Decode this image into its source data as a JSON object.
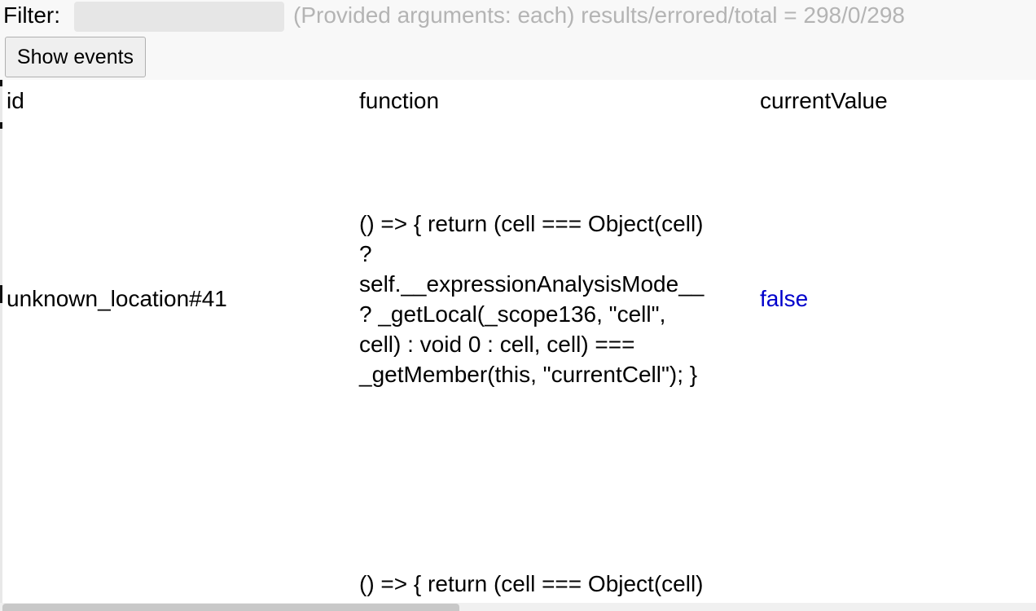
{
  "toolbar": {
    "filter_label": "Filter:",
    "filter_value": "",
    "filter_placeholder": "",
    "stats_text": "(Provided arguments: each) results/errored/total = 298/0/298",
    "show_events_label": "Show events"
  },
  "table": {
    "columns": [
      "id",
      "function",
      "currentValue"
    ],
    "rows": [
      {
        "id": "unknown_location#41",
        "function": "() => { return (cell === Object(cell)\n?\nself.__expressionAnalysisMode__\n? _getLocal(_scope136, \"cell\",\ncell) : void 0 : cell, cell) ===\n_getMember(this, \"currentCell\"); }",
        "currentValue": "false"
      },
      {
        "id": "",
        "function": "() => { return (cell === Object(cell)",
        "currentValue": ""
      }
    ]
  },
  "colors": {
    "value_false": "#0000cc",
    "stats_text": "#b4b4b4"
  }
}
